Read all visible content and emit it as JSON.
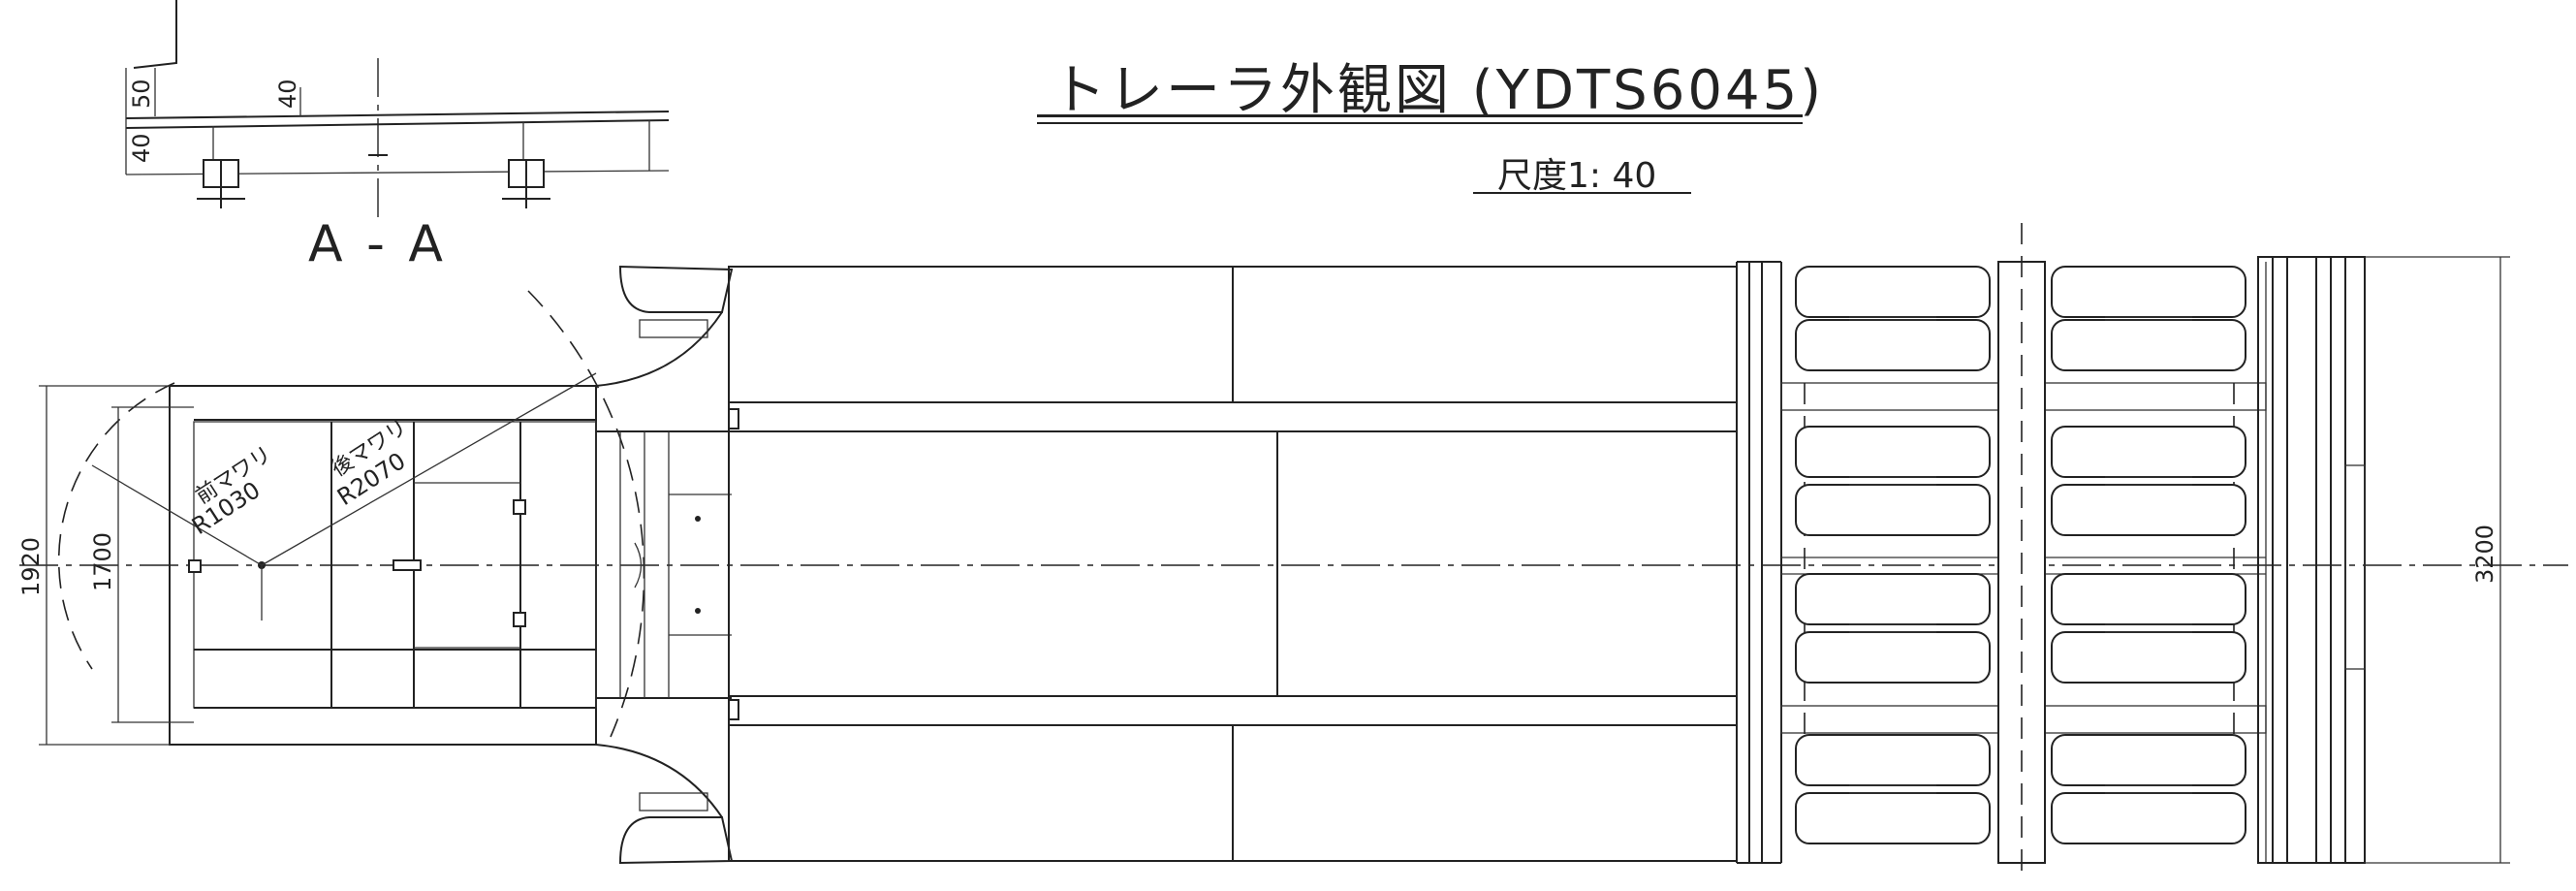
{
  "title": "トレーラ外観図 (YDTS6045)",
  "scale": "尺度1: 40",
  "section": {
    "label": "A - A",
    "dim_50": "50",
    "dim_40_left": "40",
    "dim_40_top": "40"
  },
  "dimensions": {
    "d1920": "1920",
    "d1700": "1700",
    "d3200": "3200"
  },
  "radius_front": {
    "title": "前マワリ",
    "value": "R1030"
  },
  "radius_rear": {
    "title": "後マワリ",
    "value": "R2070"
  }
}
